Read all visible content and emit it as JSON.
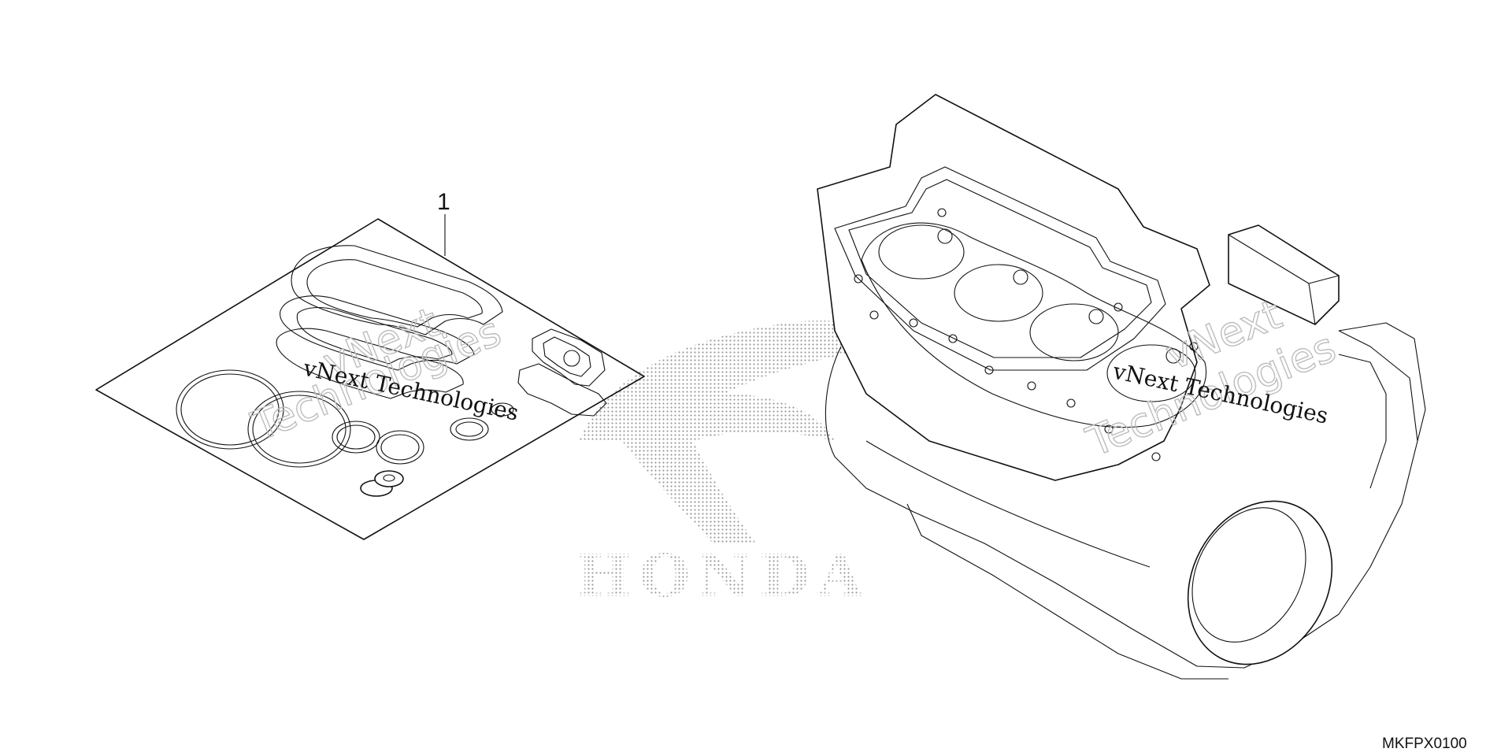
{
  "diagram": {
    "callouts": [
      {
        "id": "1",
        "label": "1"
      }
    ],
    "drawing_code": "MKFPX0100",
    "watermark": {
      "text_primary": "vNext Technologies",
      "text_ghost_line1": "vNext",
      "text_ghost_line2": "Technologies"
    },
    "brand_logo_text": "HONDA",
    "colors": {
      "line": "#111111",
      "background": "#ffffff",
      "watermark_ghost": "#bdbdbd",
      "logo_dots": "#9a9a9a"
    }
  }
}
